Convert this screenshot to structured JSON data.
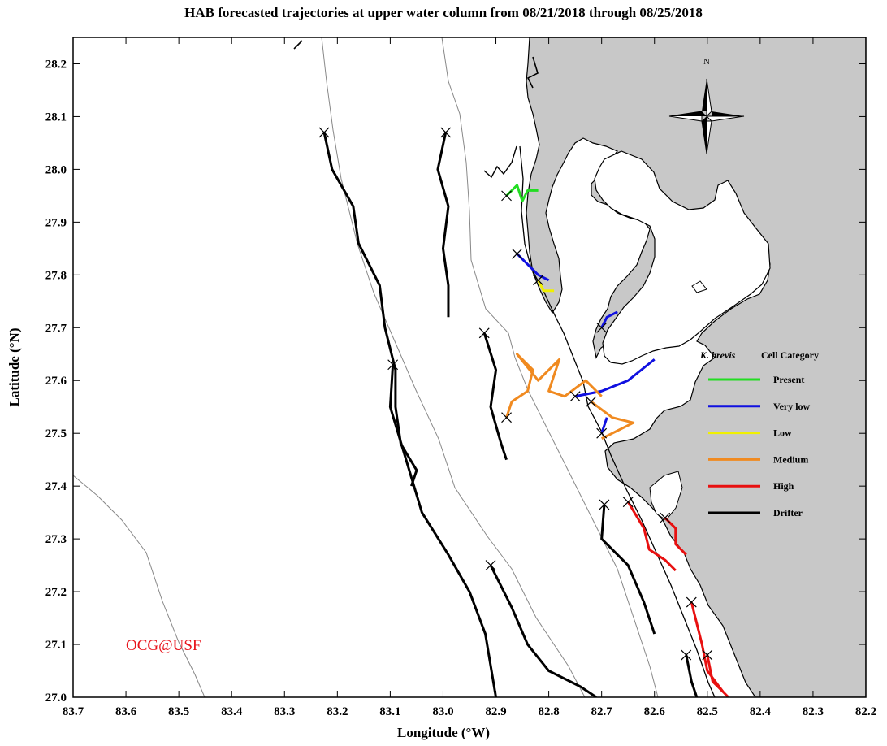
{
  "title": "HAB forecasted trajectories at upper water column from 08/21/2018 through 08/25/2018",
  "xlabel": "Longitude (°W)",
  "ylabel": "Latitude (°N)",
  "credit": "OCG@USF",
  "compass_label": "N",
  "legend": {
    "title_italic": "K. brevis",
    "title": "Cell Category",
    "items": [
      {
        "label": "Present",
        "color": "#22dd22"
      },
      {
        "label": "Very low",
        "color": "#1010e0"
      },
      {
        "label": "Low",
        "color": "#f0f000"
      },
      {
        "label": "Medium",
        "color": "#f08a20"
      },
      {
        "label": "High",
        "color": "#e81010"
      },
      {
        "label": "Drifter",
        "color": "#000000"
      }
    ]
  },
  "chart_data": {
    "type": "map",
    "xlim": [
      83.7,
      82.2
    ],
    "ylim": [
      27.0,
      28.25
    ],
    "xticks": [
      "83.7",
      "83.6",
      "83.5",
      "83.4",
      "83.3",
      "83.2",
      "83.1",
      "83.0",
      "82.9",
      "82.8",
      "82.7",
      "82.6",
      "82.5",
      "82.4",
      "82.3",
      "82.2"
    ],
    "yticks": [
      "27.0",
      "27.1",
      "27.2",
      "27.3",
      "27.4",
      "27.5",
      "27.6",
      "27.7",
      "27.8",
      "27.9",
      "28.0",
      "28.1",
      "28.2"
    ],
    "land_color": "#c8c8c8",
    "tracks": [
      {
        "category": "Drifter",
        "points": [
          [
            83.225,
            28.07
          ],
          [
            83.21,
            28.0
          ],
          [
            83.17,
            27.93
          ],
          [
            83.16,
            27.86
          ],
          [
            83.12,
            27.78
          ],
          [
            83.11,
            27.7
          ],
          [
            83.09,
            27.62
          ],
          [
            83.09,
            27.55
          ],
          [
            83.08,
            27.48
          ],
          [
            83.05,
            27.43
          ],
          [
            83.06,
            27.4
          ]
        ]
      },
      {
        "category": "Drifter",
        "points": [
          [
            83.095,
            27.63
          ],
          [
            83.1,
            27.55
          ],
          [
            83.07,
            27.45
          ],
          [
            83.04,
            27.35
          ],
          [
            82.99,
            27.27
          ],
          [
            82.95,
            27.2
          ],
          [
            82.92,
            27.12
          ],
          [
            82.9,
            27.0
          ]
        ]
      },
      {
        "category": "Drifter",
        "points": [
          [
            82.91,
            27.25
          ],
          [
            82.87,
            27.17
          ],
          [
            82.84,
            27.1
          ],
          [
            82.8,
            27.05
          ],
          [
            82.74,
            27.02
          ],
          [
            82.71,
            27.0
          ]
        ]
      },
      {
        "category": "Drifter",
        "points": [
          [
            82.995,
            28.07
          ],
          [
            83.01,
            28.0
          ],
          [
            82.99,
            27.93
          ],
          [
            83.0,
            27.85
          ],
          [
            82.99,
            27.78
          ],
          [
            82.99,
            27.72
          ]
        ]
      },
      {
        "category": "Drifter",
        "points": [
          [
            82.922,
            27.69
          ],
          [
            82.9,
            27.62
          ],
          [
            82.91,
            27.55
          ],
          [
            82.89,
            27.48
          ],
          [
            82.88,
            27.45
          ]
        ]
      },
      {
        "category": "Drifter",
        "points": [
          [
            82.695,
            27.365
          ],
          [
            82.7,
            27.3
          ],
          [
            82.65,
            27.25
          ],
          [
            82.62,
            27.18
          ],
          [
            82.6,
            27.12
          ]
        ]
      },
      {
        "category": "Drifter",
        "points": [
          [
            82.54,
            27.08
          ],
          [
            82.53,
            27.03
          ],
          [
            82.52,
            27.0
          ]
        ]
      },
      {
        "category": "Present",
        "points": [
          [
            82.88,
            27.95
          ],
          [
            82.86,
            27.97
          ],
          [
            82.85,
            27.94
          ],
          [
            82.84,
            27.96
          ],
          [
            82.82,
            27.96
          ]
        ]
      },
      {
        "category": "Very low",
        "points": [
          [
            82.86,
            27.84
          ],
          [
            82.84,
            27.82
          ],
          [
            82.82,
            27.8
          ],
          [
            82.8,
            27.79
          ]
        ]
      },
      {
        "category": "Very low",
        "points": [
          [
            82.7,
            27.7
          ],
          [
            82.69,
            27.72
          ],
          [
            82.67,
            27.73
          ]
        ]
      },
      {
        "category": "Very low",
        "points": [
          [
            82.75,
            27.57
          ],
          [
            82.7,
            27.58
          ],
          [
            82.65,
            27.6
          ],
          [
            82.6,
            27.64
          ]
        ]
      },
      {
        "category": "Very low",
        "points": [
          [
            82.7,
            27.5
          ],
          [
            82.69,
            27.53
          ]
        ]
      },
      {
        "category": "Low",
        "points": [
          [
            82.82,
            27.79
          ],
          [
            82.81,
            27.77
          ],
          [
            82.79,
            27.77
          ]
        ]
      },
      {
        "category": "Medium",
        "points": [
          [
            82.88,
            27.53
          ],
          [
            82.87,
            27.56
          ],
          [
            82.84,
            27.58
          ],
          [
            82.83,
            27.62
          ],
          [
            82.86,
            27.65
          ],
          [
            82.82,
            27.6
          ],
          [
            82.78,
            27.64
          ],
          [
            82.8,
            27.58
          ],
          [
            82.77,
            27.57
          ],
          [
            82.73,
            27.6
          ],
          [
            82.7,
            27.57
          ]
        ]
      },
      {
        "category": "Medium",
        "points": [
          [
            82.72,
            27.56
          ],
          [
            82.68,
            27.53
          ],
          [
            82.64,
            27.52
          ],
          [
            82.7,
            27.49
          ]
        ]
      },
      {
        "category": "High",
        "points": [
          [
            82.65,
            27.37
          ],
          [
            82.62,
            27.32
          ],
          [
            82.61,
            27.28
          ],
          [
            82.58,
            27.26
          ],
          [
            82.56,
            27.24
          ]
        ]
      },
      {
        "category": "High",
        "points": [
          [
            82.58,
            27.34
          ],
          [
            82.56,
            27.32
          ],
          [
            82.56,
            27.29
          ],
          [
            82.54,
            27.27
          ]
        ]
      },
      {
        "category": "High",
        "points": [
          [
            82.53,
            27.18
          ],
          [
            82.51,
            27.1
          ],
          [
            82.5,
            27.05
          ],
          [
            82.47,
            27.01
          ]
        ]
      },
      {
        "category": "High",
        "points": [
          [
            82.5,
            27.08
          ],
          [
            82.49,
            27.03
          ],
          [
            82.46,
            27.0
          ]
        ]
      }
    ]
  }
}
